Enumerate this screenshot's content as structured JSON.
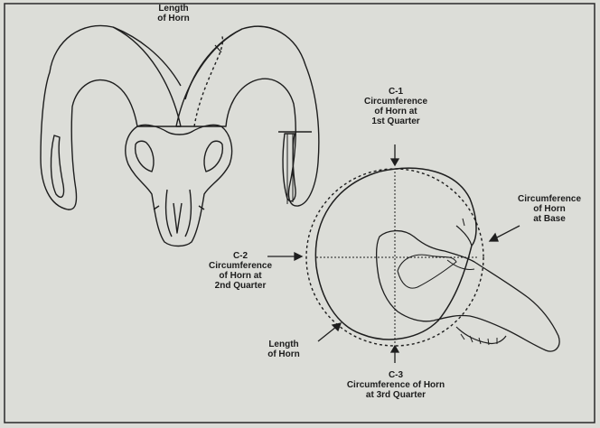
{
  "labels": {
    "length_of_horn_top": [
      "Length",
      "of Horn"
    ],
    "c1": [
      "C-1",
      "Circumference",
      "of Horn at",
      "1st Quarter"
    ],
    "circumference_base": [
      "Circumference",
      "of Horn",
      "at Base"
    ],
    "c2": [
      "C-2",
      "Circumference",
      "of Horn at",
      "2nd Quarter"
    ],
    "length_of_horn_bottom": [
      "Length",
      "of Horn"
    ],
    "c3": [
      "C-3",
      "Circumference of Horn",
      "at 3rd Quarter"
    ]
  }
}
